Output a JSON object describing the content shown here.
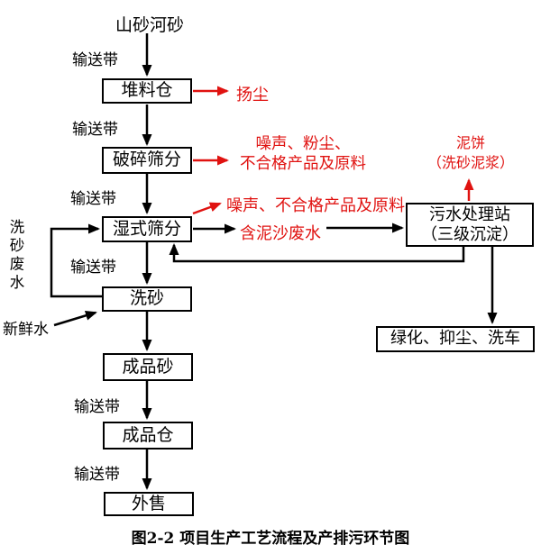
{
  "colors": {
    "line": "#000000",
    "accent_red": "#e01210",
    "background": "#ffffff"
  },
  "source_label": "山砂河砂",
  "caption": "图2-2  项目生产工艺流程及产排污环节图",
  "process_boxes": [
    {
      "id": "stockpile-bin",
      "label": "堆料仓"
    },
    {
      "id": "crush-screening",
      "label": "破碎筛分"
    },
    {
      "id": "wet-screening",
      "label": "湿式筛分"
    },
    {
      "id": "sand-washing",
      "label": "洗砂"
    },
    {
      "id": "finished-sand",
      "label": "成品砂"
    },
    {
      "id": "finished-bin",
      "label": "成品仓"
    },
    {
      "id": "external-sale",
      "label": "外售"
    }
  ],
  "side_boxes": {
    "wastewater_station": {
      "line1": "污水处理站",
      "line2": "（三级沉淀）"
    },
    "reuse": {
      "label": "绿化、抑尘、洗车"
    }
  },
  "conveyors": [
    "输送带",
    "输送带",
    "输送带",
    "输送带",
    "输送带",
    "输送带"
  ],
  "annotations": {
    "dust": "扬尘",
    "crushing_line1": "噪声、粉尘、",
    "crushing_line2": "不合格产品及原料",
    "wet_screen_noise": "噪声、不合格产品及原料",
    "muddy_wastewater": "含泥沙废水",
    "mud_cake_line1": "泥饼",
    "mud_cake_line2": "（洗砂泥浆）",
    "washing_wastewater": "洗砂废水",
    "fresh_water": "新鲜水"
  }
}
